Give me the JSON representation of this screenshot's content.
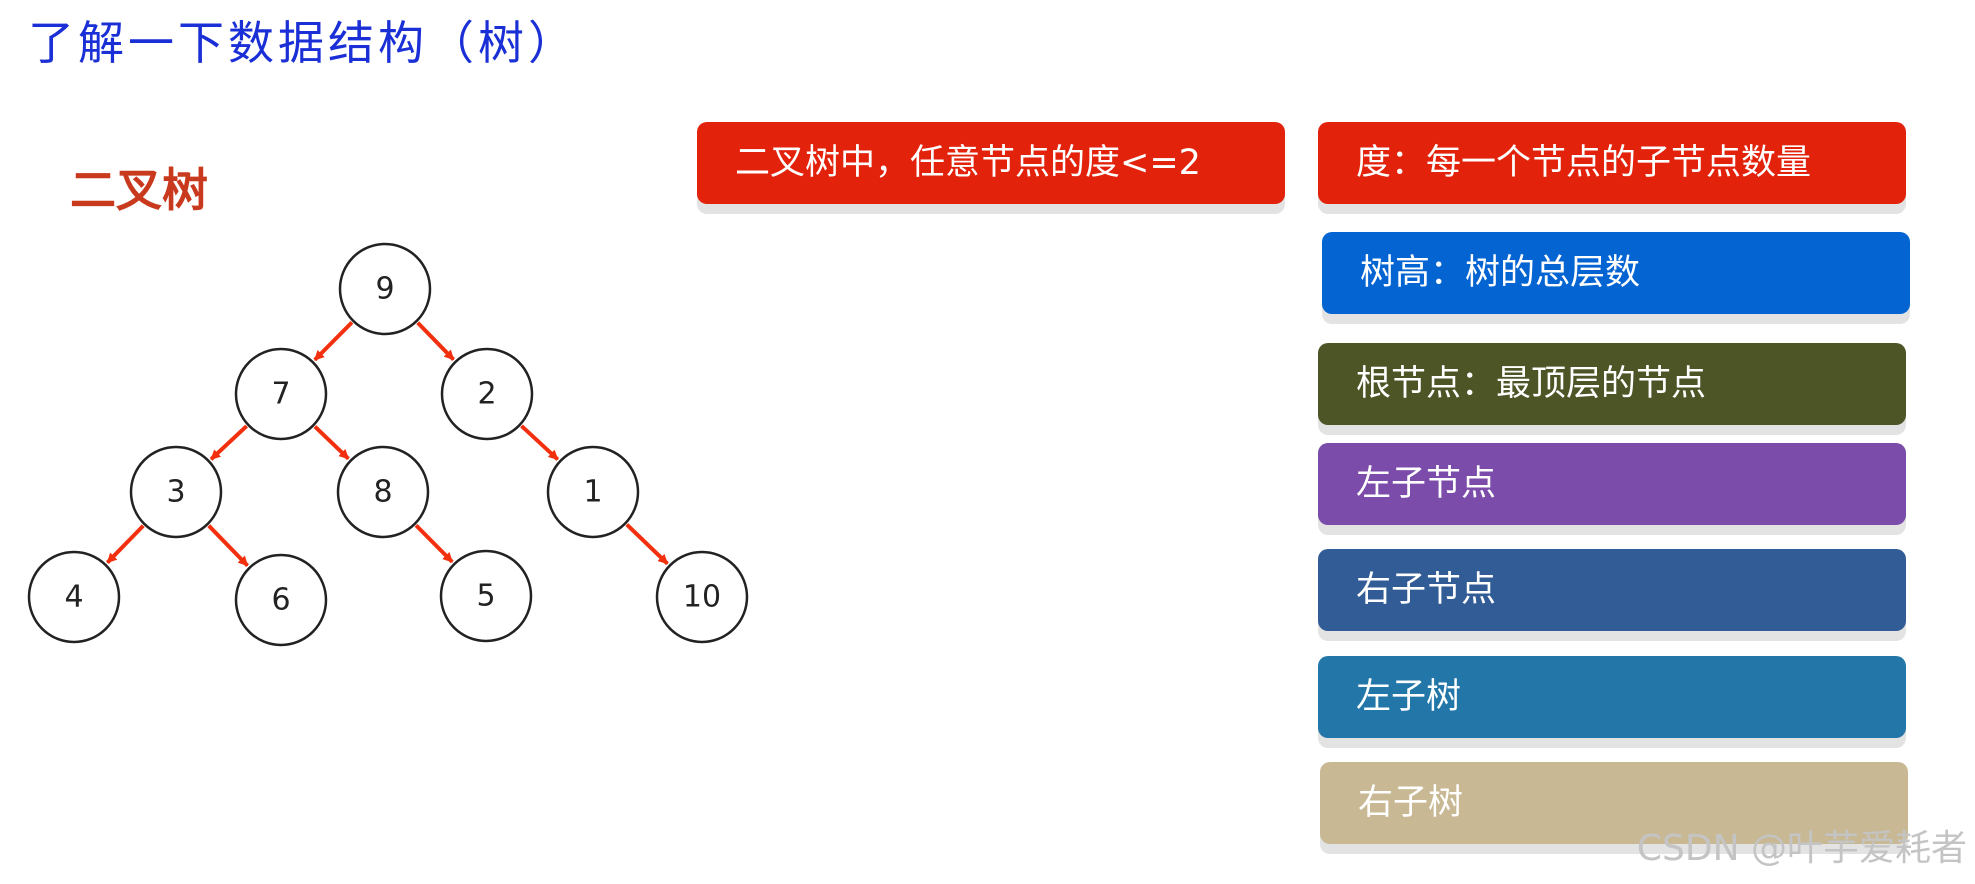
{
  "title": "了解一下数据结构（树）",
  "section_title": "二叉树",
  "statement": "二叉树中，任意节点的度<=2",
  "definitions": [
    {
      "label": "度：每一个节点的子节点数量",
      "color": "#e3220c"
    },
    {
      "label": "树高：树的总层数",
      "color": "#0364d2"
    },
    {
      "label": "根节点：最顶层的节点",
      "color": "#4d5526"
    },
    {
      "label": "左子节点",
      "color": "#7b4ca9"
    },
    {
      "label": "右子节点",
      "color": "#315c95"
    },
    {
      "label": "左子树",
      "color": "#2377a8"
    },
    {
      "label": "右子树",
      "color": "#c8b994"
    }
  ],
  "tree": {
    "nodes": [
      {
        "id": "n9",
        "label": "9"
      },
      {
        "id": "n7",
        "label": "7"
      },
      {
        "id": "n2",
        "label": "2"
      },
      {
        "id": "n3",
        "label": "3"
      },
      {
        "id": "n8",
        "label": "8"
      },
      {
        "id": "n1",
        "label": "1"
      },
      {
        "id": "n4",
        "label": "4"
      },
      {
        "id": "n6",
        "label": "6"
      },
      {
        "id": "n5",
        "label": "5"
      },
      {
        "id": "n10",
        "label": "10"
      }
    ],
    "edges": [
      [
        "n9",
        "n7"
      ],
      [
        "n9",
        "n2"
      ],
      [
        "n7",
        "n3"
      ],
      [
        "n7",
        "n8"
      ],
      [
        "n2",
        "n1"
      ],
      [
        "n3",
        "n4"
      ],
      [
        "n3",
        "n6"
      ],
      [
        "n8",
        "n5"
      ],
      [
        "n1",
        "n10"
      ]
    ],
    "edge_color": "#f2300e"
  },
  "watermark": "CSDN @叶芋爱耗者"
}
